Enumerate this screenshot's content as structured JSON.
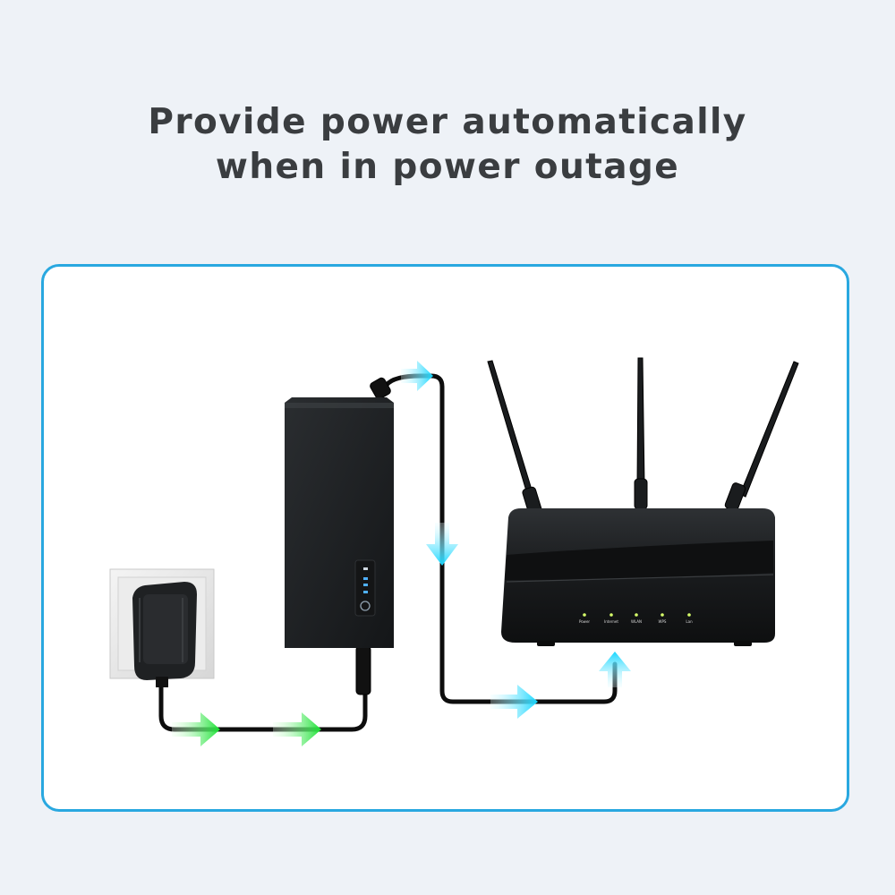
{
  "headline": {
    "line1": "Provide power automatically",
    "line2": "when in power outage"
  },
  "router": {
    "led_labels": [
      "Power",
      "Internet",
      "WLAN",
      "WPS",
      "Lan"
    ]
  },
  "colors": {
    "background": "#eef2f7",
    "panel_border": "#29a8e0",
    "headline_text": "#3a3d40",
    "input_arrow_green": "#22e83a",
    "output_arrow_cyan": "#22d8ff",
    "device_black": "#1c1e20"
  },
  "icons": {
    "wall_adapter": "wall-adapter-icon",
    "power_bank": "mini-ups-icon",
    "router": "wifi-router-icon",
    "flow_arrow": "arrow-icon"
  }
}
